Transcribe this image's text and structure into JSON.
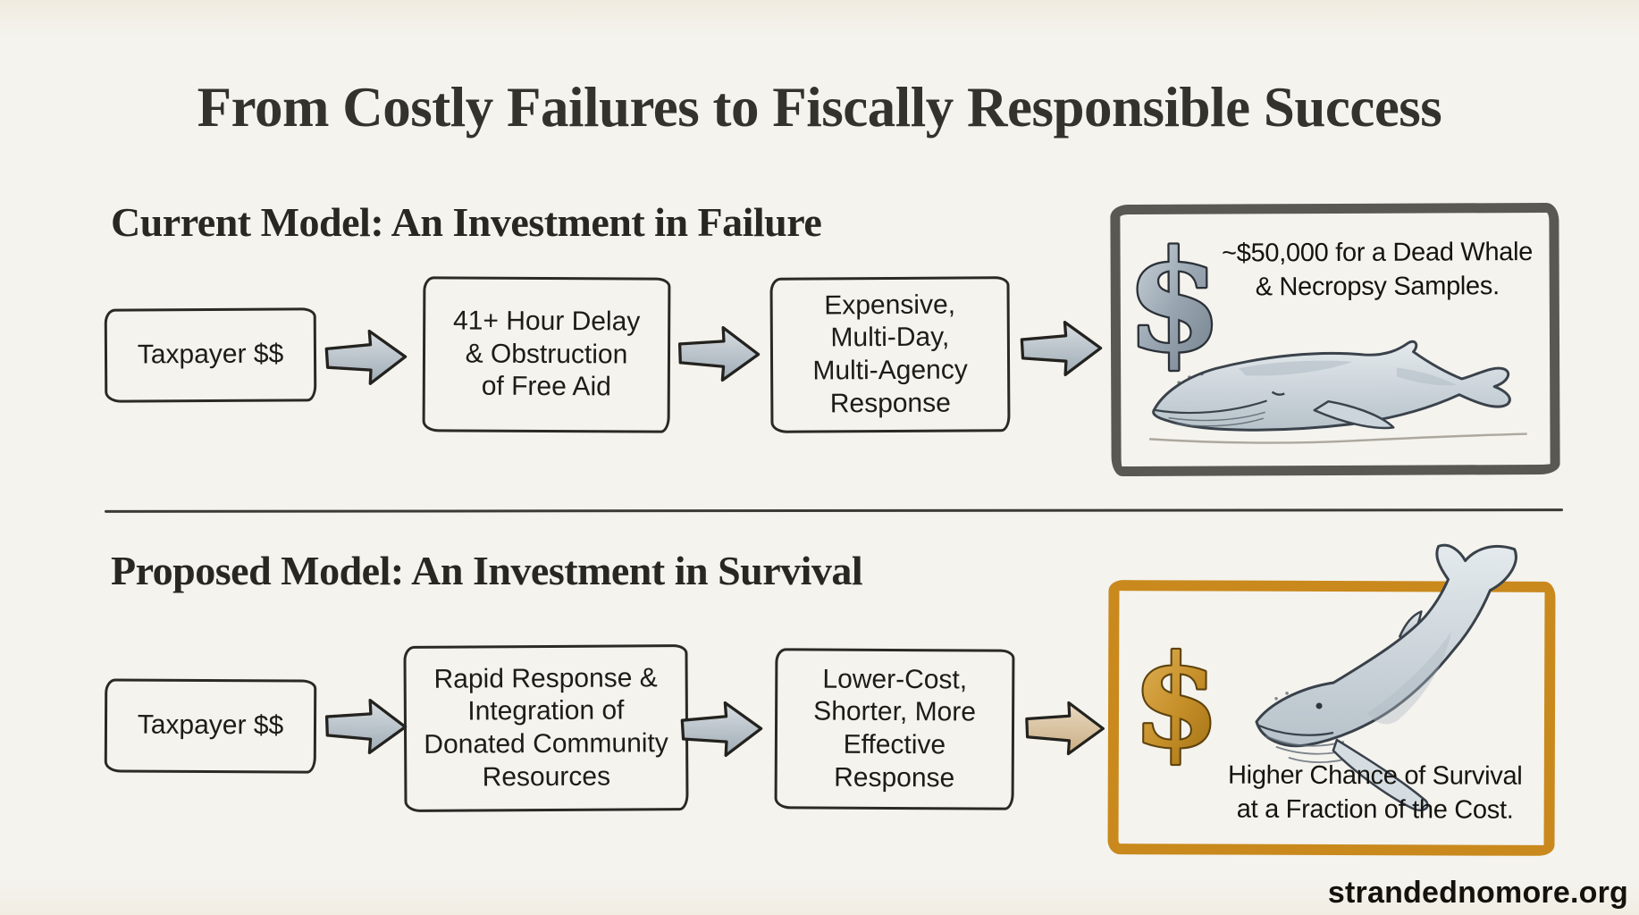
{
  "title": "From Costly Failures to Fiscally Responsible Success",
  "footer": {
    "site": "strandednomore.org"
  },
  "colors": {
    "background": "#F4F3EE",
    "ink": "#1D1C18",
    "step_box_border": "#2A2925",
    "failure_frame": "#5A5853",
    "success_frame": "#C9891D",
    "arrow_gray": "#AFBAC3",
    "arrow_tan": "#D8C2A0",
    "dollar_silver": "#94A1AD",
    "dollar_gold": "#C5912C",
    "whale_sketch": "#C3CDD4"
  },
  "icons": {
    "flow_arrow": "block-arrow-right-icon",
    "failure_money": "dollar-sign-icon",
    "success_money": "dollar-sign-icon",
    "failure_illustration": "dead-whale-sketch",
    "success_illustration": "swimming-whale-sketch"
  },
  "current_model": {
    "heading": "Current Model: An Investment in Failure",
    "steps": [
      {
        "lines": [
          "Taxpayer $$"
        ]
      },
      {
        "lines": [
          "41+ Hour Delay",
          "& Obstruction",
          "of Free Aid"
        ]
      },
      {
        "lines": [
          "Expensive,",
          "Multi-Day,",
          "Multi-Agency",
          "Response"
        ]
      }
    ],
    "outcome": {
      "caption": [
        "~$50,000 for a Dead Whale",
        "& Necropsy Samples."
      ]
    }
  },
  "proposed_model": {
    "heading": "Proposed Model: An Investment in Survival",
    "steps": [
      {
        "lines": [
          "Taxpayer $$"
        ]
      },
      {
        "lines": [
          "Rapid Response &",
          "Integration of",
          "Donated Community",
          "Resources"
        ]
      },
      {
        "lines": [
          "Lower-Cost,",
          "Shorter, More",
          "Effective",
          "Response"
        ]
      }
    ],
    "outcome": {
      "caption": [
        "Higher Chance of Survival",
        "at a Fraction of the Cost."
      ]
    }
  }
}
